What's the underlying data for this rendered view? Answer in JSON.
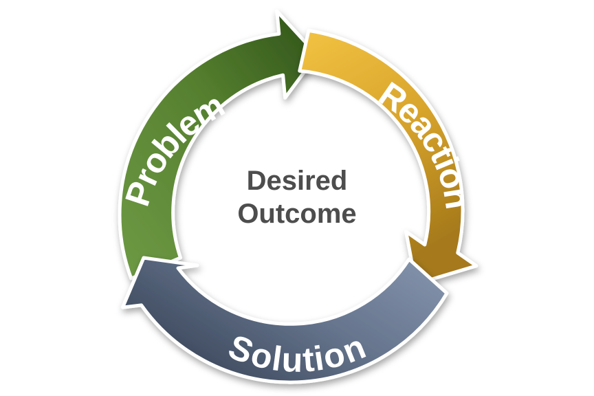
{
  "diagram": {
    "center": {
      "line1": "Desired",
      "line2": "Outcome"
    },
    "stages": [
      {
        "label": "Problem",
        "color_light": "#6e9a45",
        "color_dark": "#2f5219"
      },
      {
        "label": "Reaction",
        "color_light": "#f2c343",
        "color_dark": "#a5791a"
      },
      {
        "label": "Solution",
        "color_light": "#7d8da5",
        "color_dark": "#3a465a"
      }
    ]
  }
}
